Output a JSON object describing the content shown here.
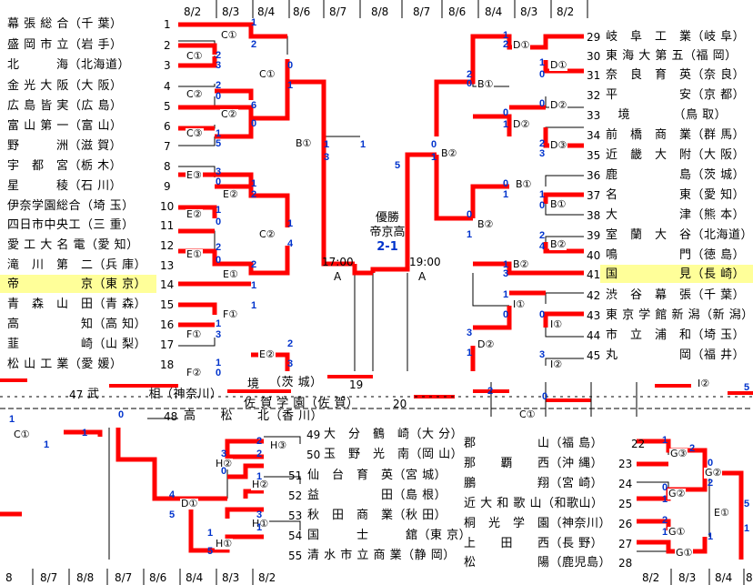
{
  "dates_top_left": [
    "8/2",
    "8/3",
    "8/4",
    "8/6",
    "8/7",
    "8/8"
  ],
  "dates_top_right": [
    "8/7",
    "8/6",
    "8/4",
    "8/3",
    "8/2"
  ],
  "dates_bottom_left": [
    "8",
    "8/7",
    "8/8",
    "8/7",
    "8/6",
    "8/4",
    "8/3",
    "8/2"
  ],
  "dates_bottom_right": [
    "8/2",
    "8/3",
    "8/4",
    "8"
  ],
  "left_teams": [
    {
      "name": "幕 張 総 合（千 葉）",
      "num": "1"
    },
    {
      "name": "盛 岡 市 立（岩 手）",
      "num": "2"
    },
    {
      "name": "北　　　海（北海道）",
      "num": "3"
    },
    {
      "name": "金 光 大 阪（大 阪）",
      "num": "4"
    },
    {
      "name": "広 島 皆 実（広 島）",
      "num": "5"
    },
    {
      "name": "富 山 第 一（富 山）",
      "num": "6"
    },
    {
      "name": "野　　　洲（滋 賀）",
      "num": "7"
    },
    {
      "name": "宇　都　宮（栃 木）",
      "num": "8"
    },
    {
      "name": "星　　　稜（石 川）",
      "num": "9"
    },
    {
      "name": "伊奈学園総合（埼 玉）",
      "num": "10"
    },
    {
      "name": "四日市中央工（三 重）",
      "num": "11"
    },
    {
      "name": "愛 工 大 名 電（愛 知）",
      "num": "12"
    },
    {
      "name": "滝　川　第　二（兵 庫）",
      "num": "13"
    },
    {
      "name": "帝　　　　　京（東 京）",
      "num": "14"
    },
    {
      "name": "青　森　山　田（青 森）",
      "num": "15"
    },
    {
      "name": "高　　　　　知（高 知）",
      "num": "16"
    },
    {
      "name": "韮　　　　　崎（山 梨）",
      "num": "17"
    },
    {
      "name": "松 山 工 業（愛 媛）",
      "num": "18"
    }
  ],
  "right_teams": [
    {
      "num": "29",
      "name": "岐　阜　工　業（岐 阜）"
    },
    {
      "num": "30",
      "name": "東 海 大 第 五（福 岡）"
    },
    {
      "num": "31",
      "name": "奈　良　育　英（奈 良）"
    },
    {
      "num": "32",
      "name": "平　　　　　安（京 都）"
    },
    {
      "num": "33",
      "name": "　境　　　　（鳥 取）"
    },
    {
      "num": "34",
      "name": "前　橋　商　業（群 馬）"
    },
    {
      "num": "35",
      "name": "近　畿　大　附（大 阪）"
    },
    {
      "num": "36",
      "name": "鹿　　　　　島（茨 城）"
    },
    {
      "num": "37",
      "name": "名　　　　　東（愛 知）"
    },
    {
      "num": "38",
      "name": "大　　　　　津（熊 本）"
    },
    {
      "num": "39",
      "name": "室　蘭　大　谷（北海道）"
    },
    {
      "num": "40",
      "name": "鳴　　　　　門（徳 島）"
    },
    {
      "num": "41",
      "name": "国　　　　　見（長 崎）"
    },
    {
      "num": "42",
      "name": "渋　谷　幕　張（千 葉）"
    },
    {
      "num": "43",
      "name": "東 京 学 館 新 潟（新 潟）"
    },
    {
      "num": "44",
      "name": "市　立　浦　和（埼 玉）"
    },
    {
      "num": "45",
      "name": "丸　　　　　岡（福 井）"
    }
  ],
  "bottom_middle_teams": [
    {
      "num": "47",
      "name": "武　　　　相（神奈川）"
    },
    {
      "num": "48",
      "name": "高　　松　　北（香 川）"
    },
    {
      "num": "49",
      "name": "大　分　鶴　崎（大 分）"
    },
    {
      "num": "50",
      "name": "玉　野　光　南（岡 山）"
    },
    {
      "num": "51",
      "name": "仙　台　育　英（宮 城）"
    },
    {
      "num": "52",
      "name": "益　　　　　田（島 根）"
    },
    {
      "num": "53",
      "name": "秋　田　商　業（秋 田）"
    },
    {
      "num": "54",
      "name": "国　　　士　　　舘（東 京）"
    },
    {
      "num": "55",
      "name": "清 水 市 立 商 業（静 岡）"
    }
  ],
  "bottom_right_teams": [
    {
      "num": "22",
      "name": "郡　　　　　山（福 島）"
    },
    {
      "num": "23",
      "name": "那　　覇　　西（沖 縄）"
    },
    {
      "num": "24",
      "name": "鵬　　　　　翔（宮 崎）"
    },
    {
      "num": "25",
      "name": "近 大 和 歌 山（和歌山）"
    },
    {
      "num": "26",
      "name": "桐　光　学　園（神奈川）"
    },
    {
      "num": "27",
      "name": "上　　田　　西（長 野）"
    },
    {
      "num": "28",
      "name": "松　　　　　陽（鹿児島）"
    }
  ],
  "glitch_fragments": {
    "left_a": "境",
    "left_b": "（茨 城）",
    "left_c": "19",
    "mid": "佐 賀 学 園（佐 賀）",
    "mid_num": "20"
  },
  "match_labels": [
    "C①",
    "C②",
    "C③",
    "C①",
    "C②",
    "E③",
    "E②",
    "E②",
    "E①",
    "E①",
    "C②",
    "F①",
    "F①",
    "E②",
    "F②",
    "D①",
    "D②",
    "D③",
    "D①",
    "D②",
    "B①",
    "B①",
    "B②",
    "B②",
    "I①",
    "I①",
    "I②",
    "H③",
    "H②",
    "H②",
    "H①",
    "H①",
    "D①",
    "G③",
    "G②",
    "G②",
    "G①",
    "G①",
    "E①",
    "B①",
    "B②",
    "D②",
    "C①"
  ],
  "final": {
    "title": "優勝",
    "champion": "帝京高",
    "score": "2-1",
    "left_time": "17:00",
    "left_venue": "A",
    "right_time": "19:00",
    "right_venue": "A"
  },
  "scores": {
    "s_l1": "1",
    "s_l2": "2",
    "s_l3": "2",
    "s_l4": "3",
    "s_l5": "2",
    "s_l6": "0",
    "s_l7": "1",
    "s_l8": "5",
    "s_l9": "6",
    "s_l10": "0",
    "s_l11": "0",
    "s_l12": "1",
    "s_l13": "3",
    "s_l14": "0",
    "s_l15": "1",
    "s_l16": "2",
    "s_l17": "1",
    "s_l18": "0",
    "s_l19": "2",
    "s_l20": "0",
    "s_l21": "1",
    "s_l22": "4",
    "s_l23": "2",
    "s_l24": "1",
    "s_l25": "1",
    "s_l26": "1",
    "s_l27": "3",
    "s_l28": "1",
    "s_l29": "0",
    "s_l30": "2",
    "s_l31": "3",
    "s_c1": "1",
    "s_c2": "3",
    "s_c3": "1",
    "s_c4": "5",
    "s_r1": "0",
    "s_r2": "1",
    "s_r3": "2",
    "s_r4": "0",
    "s_r5": "1",
    "s_r6": "2",
    "s_r7": "1",
    "s_r8": "0",
    "s_r9": "0",
    "s_r10": "1",
    "s_r11": "0",
    "s_r12": "2",
    "s_r13": "3",
    "s_r14": "0",
    "s_r15": "1",
    "s_r16": "1",
    "s_r17": "0",
    "s_r18": "2",
    "s_r19": "4",
    "s_r20": "0",
    "s_r21": "1",
    "s_r22": "1",
    "s_r23": "3",
    "s_r24": "1",
    "s_r25": "0",
    "s_r26": "3",
    "s_r27": "1",
    "s_r28": "0",
    "s_r29": "3",
    "s_b1": "1",
    "s_b2": "0",
    "s_b3": "1",
    "s_b4": "3",
    "s_b5": "2",
    "s_b6": "2",
    "s_b7": "0",
    "s_b8": "1",
    "s_b9": "4",
    "s_b10": "5",
    "s_b11": "3",
    "s_b12": "1",
    "s_b13": "1",
    "s_b14": "5",
    "s_b15": "1",
    "s_b16": "2",
    "s_b17": "0",
    "s_b18": "2",
    "s_b19": "5",
    "s_b20": "0",
    "s_b21": "1",
    "s_b22": "2",
    "s_b23": "1",
    "s_b24": "1",
    "s_b25": "1",
    "s_b26": "0",
    "s_b27": "2",
    "s_b28": "1",
    "s_b29": "5"
  },
  "colors": {
    "winner_line": "#ff0000",
    "score": "#0033cc",
    "highlight": "#ffff99"
  }
}
